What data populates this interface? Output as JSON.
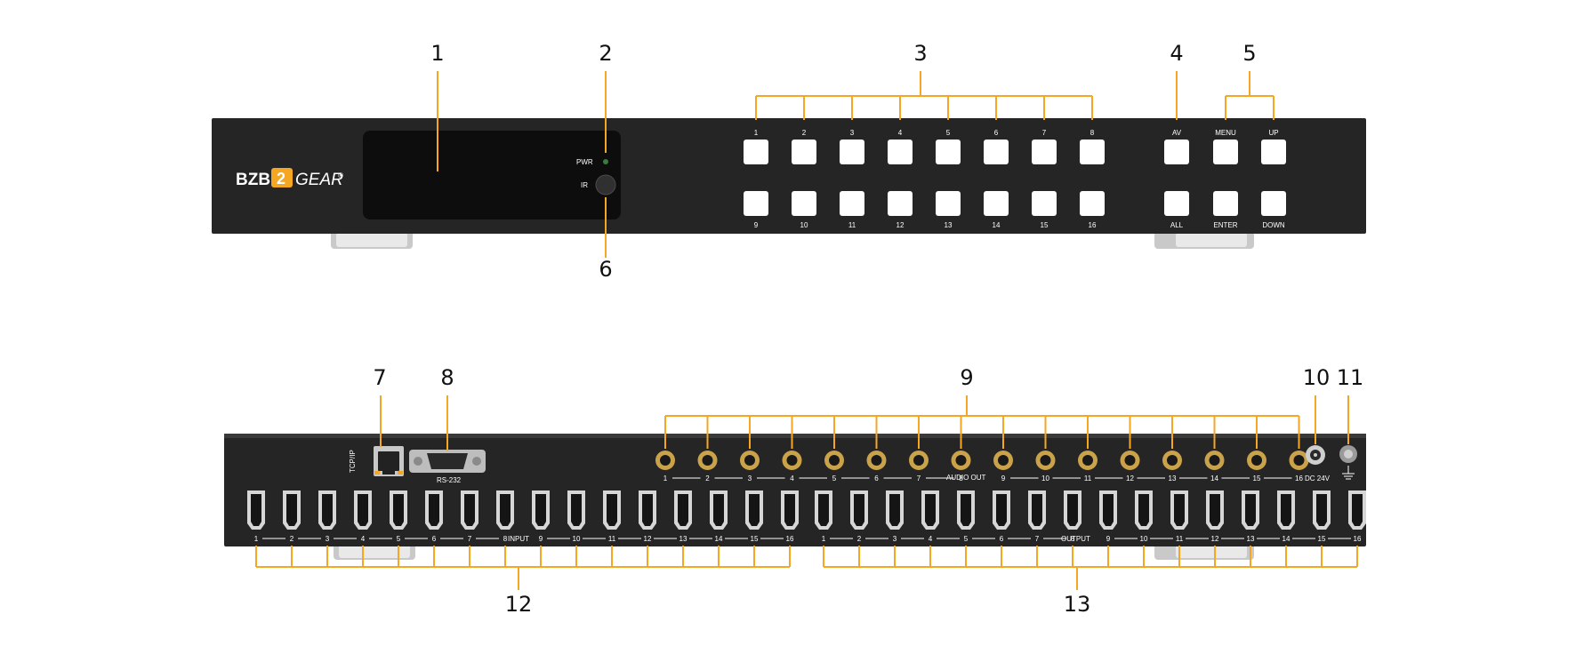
{
  "front": {
    "brand": {
      "prefix": "BZB",
      "mark": "2",
      "suffix": "GEAR",
      "registered": "®"
    },
    "pwr_label": "PWR",
    "ir_label": "IR",
    "top_buttons": [
      "1",
      "2",
      "3",
      "4",
      "5",
      "6",
      "7",
      "8"
    ],
    "bottom_buttons": [
      "9",
      "10",
      "11",
      "12",
      "13",
      "14",
      "15",
      "16"
    ],
    "control_top": [
      "AV",
      "MENU",
      "UP"
    ],
    "control_bottom": [
      "ALL",
      "ENTER",
      "DOWN"
    ]
  },
  "rear": {
    "tcpip_label": "TCP/IP",
    "rs232_label": "RS-232",
    "audio_numbers": [
      "1",
      "2",
      "3",
      "4",
      "5",
      "6",
      "7",
      "8",
      "9",
      "10",
      "11",
      "12",
      "13",
      "14",
      "15",
      "16"
    ],
    "audio_out_label": "AUDIO OUT",
    "dc_label": "DC 24V",
    "input_label": "INPUT",
    "output_label": "OUTPUT",
    "input_numbers": [
      "1",
      "2",
      "3",
      "4",
      "5",
      "6",
      "7",
      "8",
      "9",
      "10",
      "11",
      "12",
      "13",
      "14",
      "15",
      "16"
    ],
    "output_numbers": [
      "1",
      "2",
      "3",
      "4",
      "5",
      "6",
      "7",
      "8",
      "9",
      "10",
      "11",
      "12",
      "13",
      "14",
      "15",
      "16"
    ]
  },
  "callouts": [
    "1",
    "2",
    "3",
    "4",
    "5",
    "6",
    "7",
    "8",
    "9",
    "10",
    "11",
    "12",
    "13"
  ],
  "colors": {
    "accent": "#f5a623",
    "chassis": "#252525",
    "button": "#ffffff",
    "led": "#3a7d3a"
  }
}
